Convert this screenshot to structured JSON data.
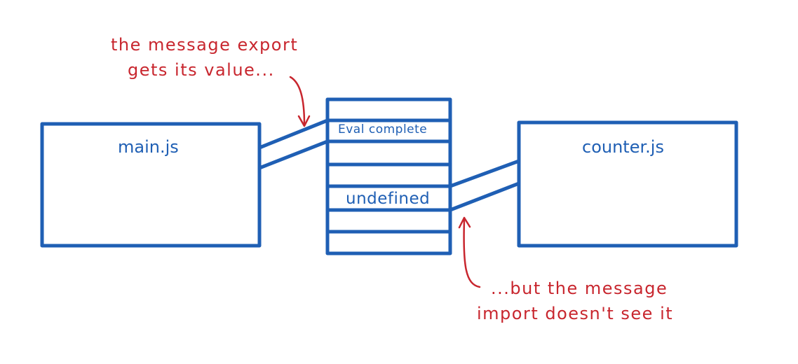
{
  "modules": {
    "left": {
      "name": "main.js"
    },
    "right": {
      "name": "counter.js"
    }
  },
  "memory": {
    "slots": [
      "",
      "Eval complete",
      "",
      "undefined",
      "",
      ""
    ]
  },
  "annotations": {
    "top": {
      "line1": "the message export",
      "line2": "gets its value..."
    },
    "bottom": {
      "line1": "...but the message",
      "line2": "import doesn't see it"
    }
  },
  "colors": {
    "blue": "#1f5fb4",
    "red": "#c8262e",
    "background": "#ffffff"
  }
}
